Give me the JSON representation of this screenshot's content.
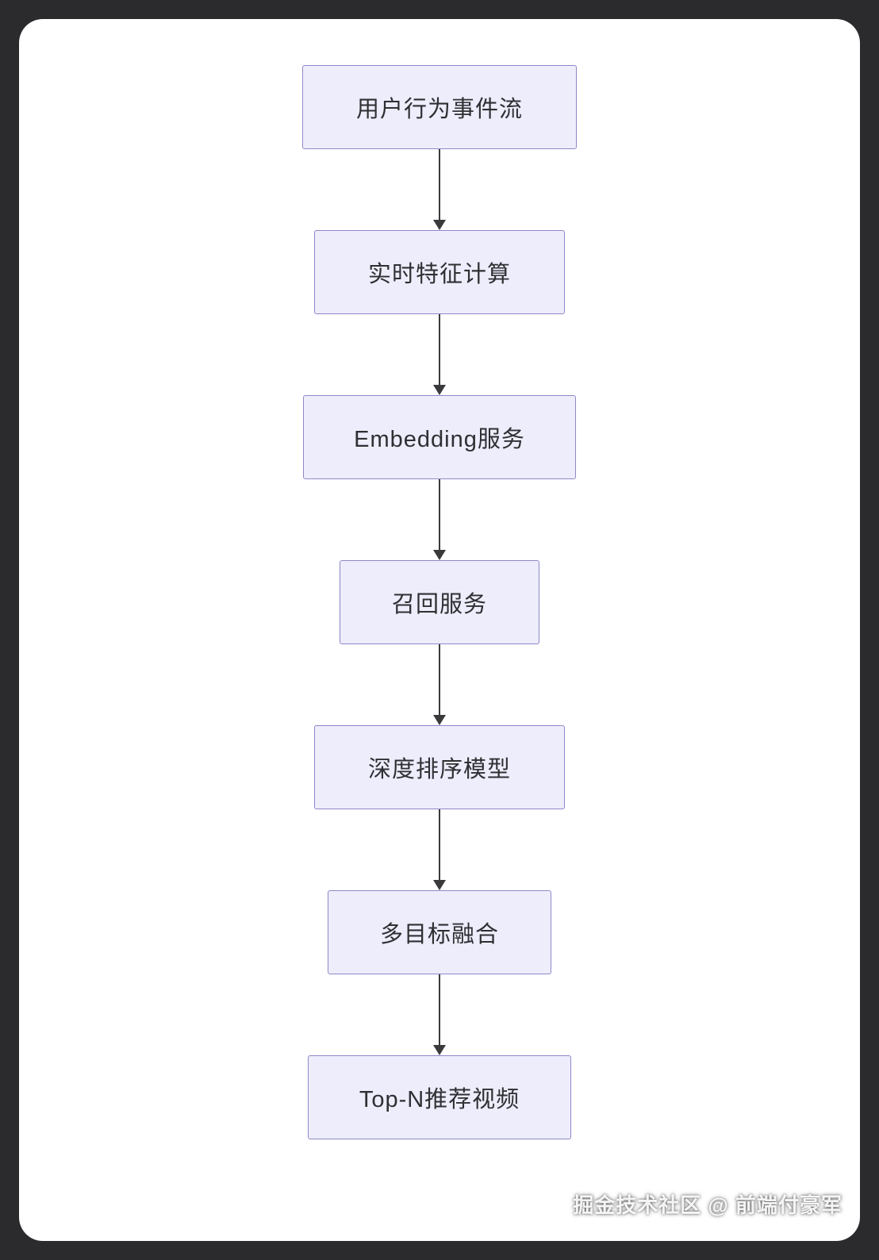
{
  "diagram": {
    "type": "flowchart",
    "direction": "top-to-bottom",
    "nodes": [
      {
        "id": "user-events",
        "label": "用户行为事件流"
      },
      {
        "id": "realtime-feature",
        "label": "实时特征计算"
      },
      {
        "id": "embedding-service",
        "label": "Embedding服务"
      },
      {
        "id": "recall-service",
        "label": "召回服务"
      },
      {
        "id": "deep-ranking-model",
        "label": "深度排序模型"
      },
      {
        "id": "multi-objective-fusion",
        "label": "多目标融合"
      },
      {
        "id": "topn-recommend",
        "label": "Top-N推荐视频"
      }
    ],
    "edges": [
      {
        "from": "user-events",
        "to": "realtime-feature"
      },
      {
        "from": "realtime-feature",
        "to": "embedding-service"
      },
      {
        "from": "embedding-service",
        "to": "recall-service"
      },
      {
        "from": "recall-service",
        "to": "deep-ranking-model"
      },
      {
        "from": "deep-ranking-model",
        "to": "multi-objective-fusion"
      },
      {
        "from": "multi-objective-fusion",
        "to": "topn-recommend"
      }
    ],
    "colors": {
      "node_fill": "#ededfc",
      "node_border": "#8f88c8",
      "arrow": "#3a3a3d",
      "card_background": "#ffffff",
      "page_background": "#2b2b2e"
    }
  },
  "watermark": {
    "text": "掘金技术社区 @ 前端付豪军"
  }
}
